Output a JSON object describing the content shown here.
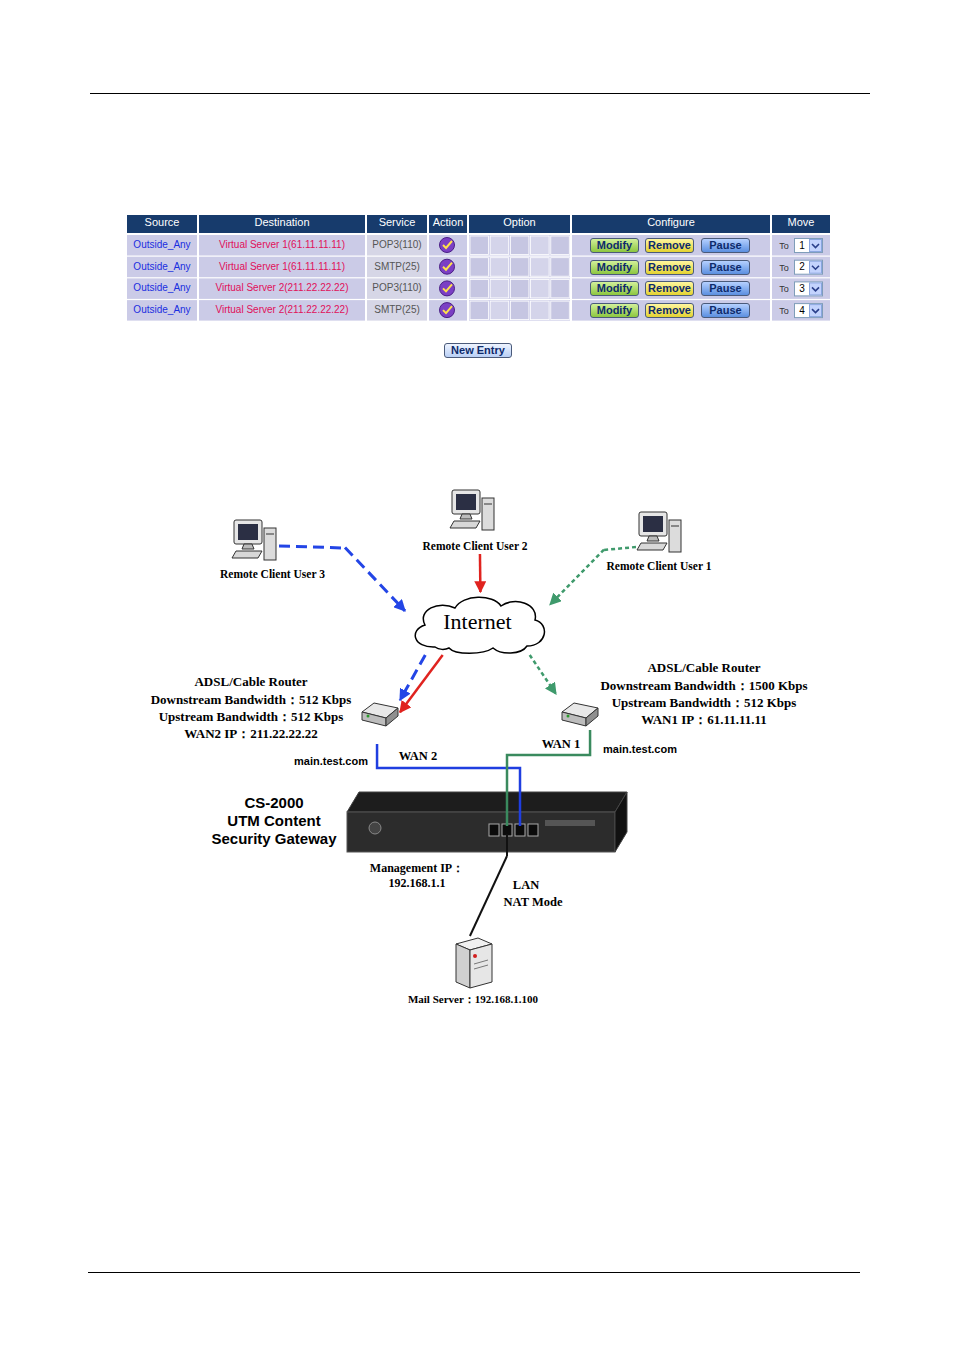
{
  "diagram": {
    "nodes": [
      {
        "text": [
          "Remote Client User 3"
        ]
      },
      {
        "text": [
          "Remote Client User 2"
        ]
      },
      {
        "text": [
          "Remote Client User 1"
        ]
      },
      {
        "text": [
          "Internet"
        ]
      },
      {
        "text": [
          "ADSL/Cable Router",
          "Downstream Bandwidth：512 Kbps",
          "Upstream Bandwidth：512 Kbps",
          "WAN2 IP：211.22.22.22"
        ]
      },
      {
        "text": [
          "ADSL/Cable Router",
          "Downstream Bandwidth：1500 Kbps",
          "Upstream Bandwidth：512 Kbps",
          "WAN1 IP：61.11.11.11"
        ]
      },
      {
        "text": [
          "CS-2000",
          "UTM Content",
          "Security Gateway"
        ]
      },
      {
        "text": [
          "Mail Server：192.168.1.100"
        ]
      }
    ],
    "edges": [
      {
        "from": 0,
        "to": 3,
        "arrow": "to"
      },
      {
        "from": 1,
        "to": 3,
        "arrow": "to"
      },
      {
        "from": 2,
        "to": 3,
        "arrow": "to"
      },
      {
        "from": 3,
        "to": 4,
        "arrow": "to"
      },
      {
        "from": 3,
        "to": 4,
        "arrow": "to"
      },
      {
        "from": 3,
        "to": 5,
        "arrow": "to"
      },
      {
        "from": 4,
        "to": 6,
        "arrow": "none"
      },
      {
        "from": 5,
        "to": 6,
        "arrow": "none"
      },
      {
        "from": 6,
        "to": 7,
        "arrow": "none"
      }
    ],
    "labels": [
      "Source",
      "Destination",
      "Service",
      "Action",
      "Option",
      "Configure",
      "Move",
      "Outside_Any",
      "Virtual Server 1(61.11.11.11)",
      "POP3(110)",
      "Modify",
      "Remove",
      "Pause",
      "To",
      "1",
      "Outside_Any",
      "Virtual Server 1(61.11.11.11)",
      "SMTP(25)",
      "Modify",
      "Remove",
      "Pause",
      "To",
      "2",
      "Outside_Any",
      "Virtual Server 2(211.22.22.22)",
      "POP3(110)",
      "Modify",
      "Remove",
      "Pause",
      "To",
      "3",
      "Outside_Any",
      "Virtual Server 2(211.22.22.22)",
      "SMTP(25)",
      "Modify",
      "Remove",
      "Pause",
      "To",
      "4",
      "New Entry",
      "main.test.com",
      "WAN 2",
      "WAN 1",
      "main.test.com",
      "Management IP：",
      "192.168.1.1",
      "LAN",
      "NAT Mode"
    ]
  }
}
